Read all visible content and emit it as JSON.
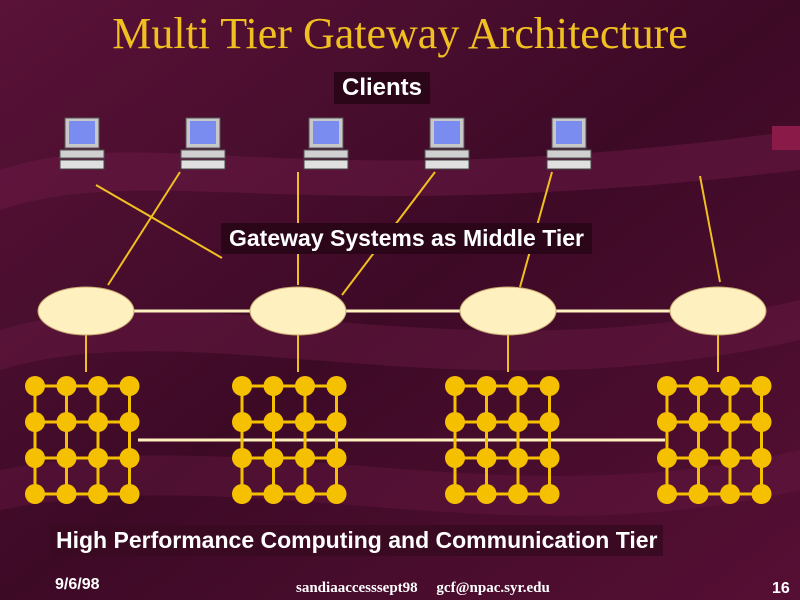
{
  "title": "Multi Tier Gateway Architecture",
  "labels": {
    "clients": "Clients",
    "gateway": "Gateway Systems as Middle Tier",
    "hpcc": "High Performance Computing and Communication Tier"
  },
  "footer": {
    "date": "9/6/98",
    "source": "sandiaaccesssept98",
    "email": "gcf@npac.syr.edu",
    "page": "16"
  },
  "colors": {
    "background": "#4a0f30",
    "title": "#f0c020",
    "link_line": "#f0c020",
    "node": "#f5c000",
    "gateway_fill": "#fff0c0",
    "client_screen": "#7b8cf0"
  },
  "diagram": {
    "clients_count": 5,
    "gateways_count": 4,
    "compute_clusters": 4,
    "cluster_grid": "4x4"
  }
}
